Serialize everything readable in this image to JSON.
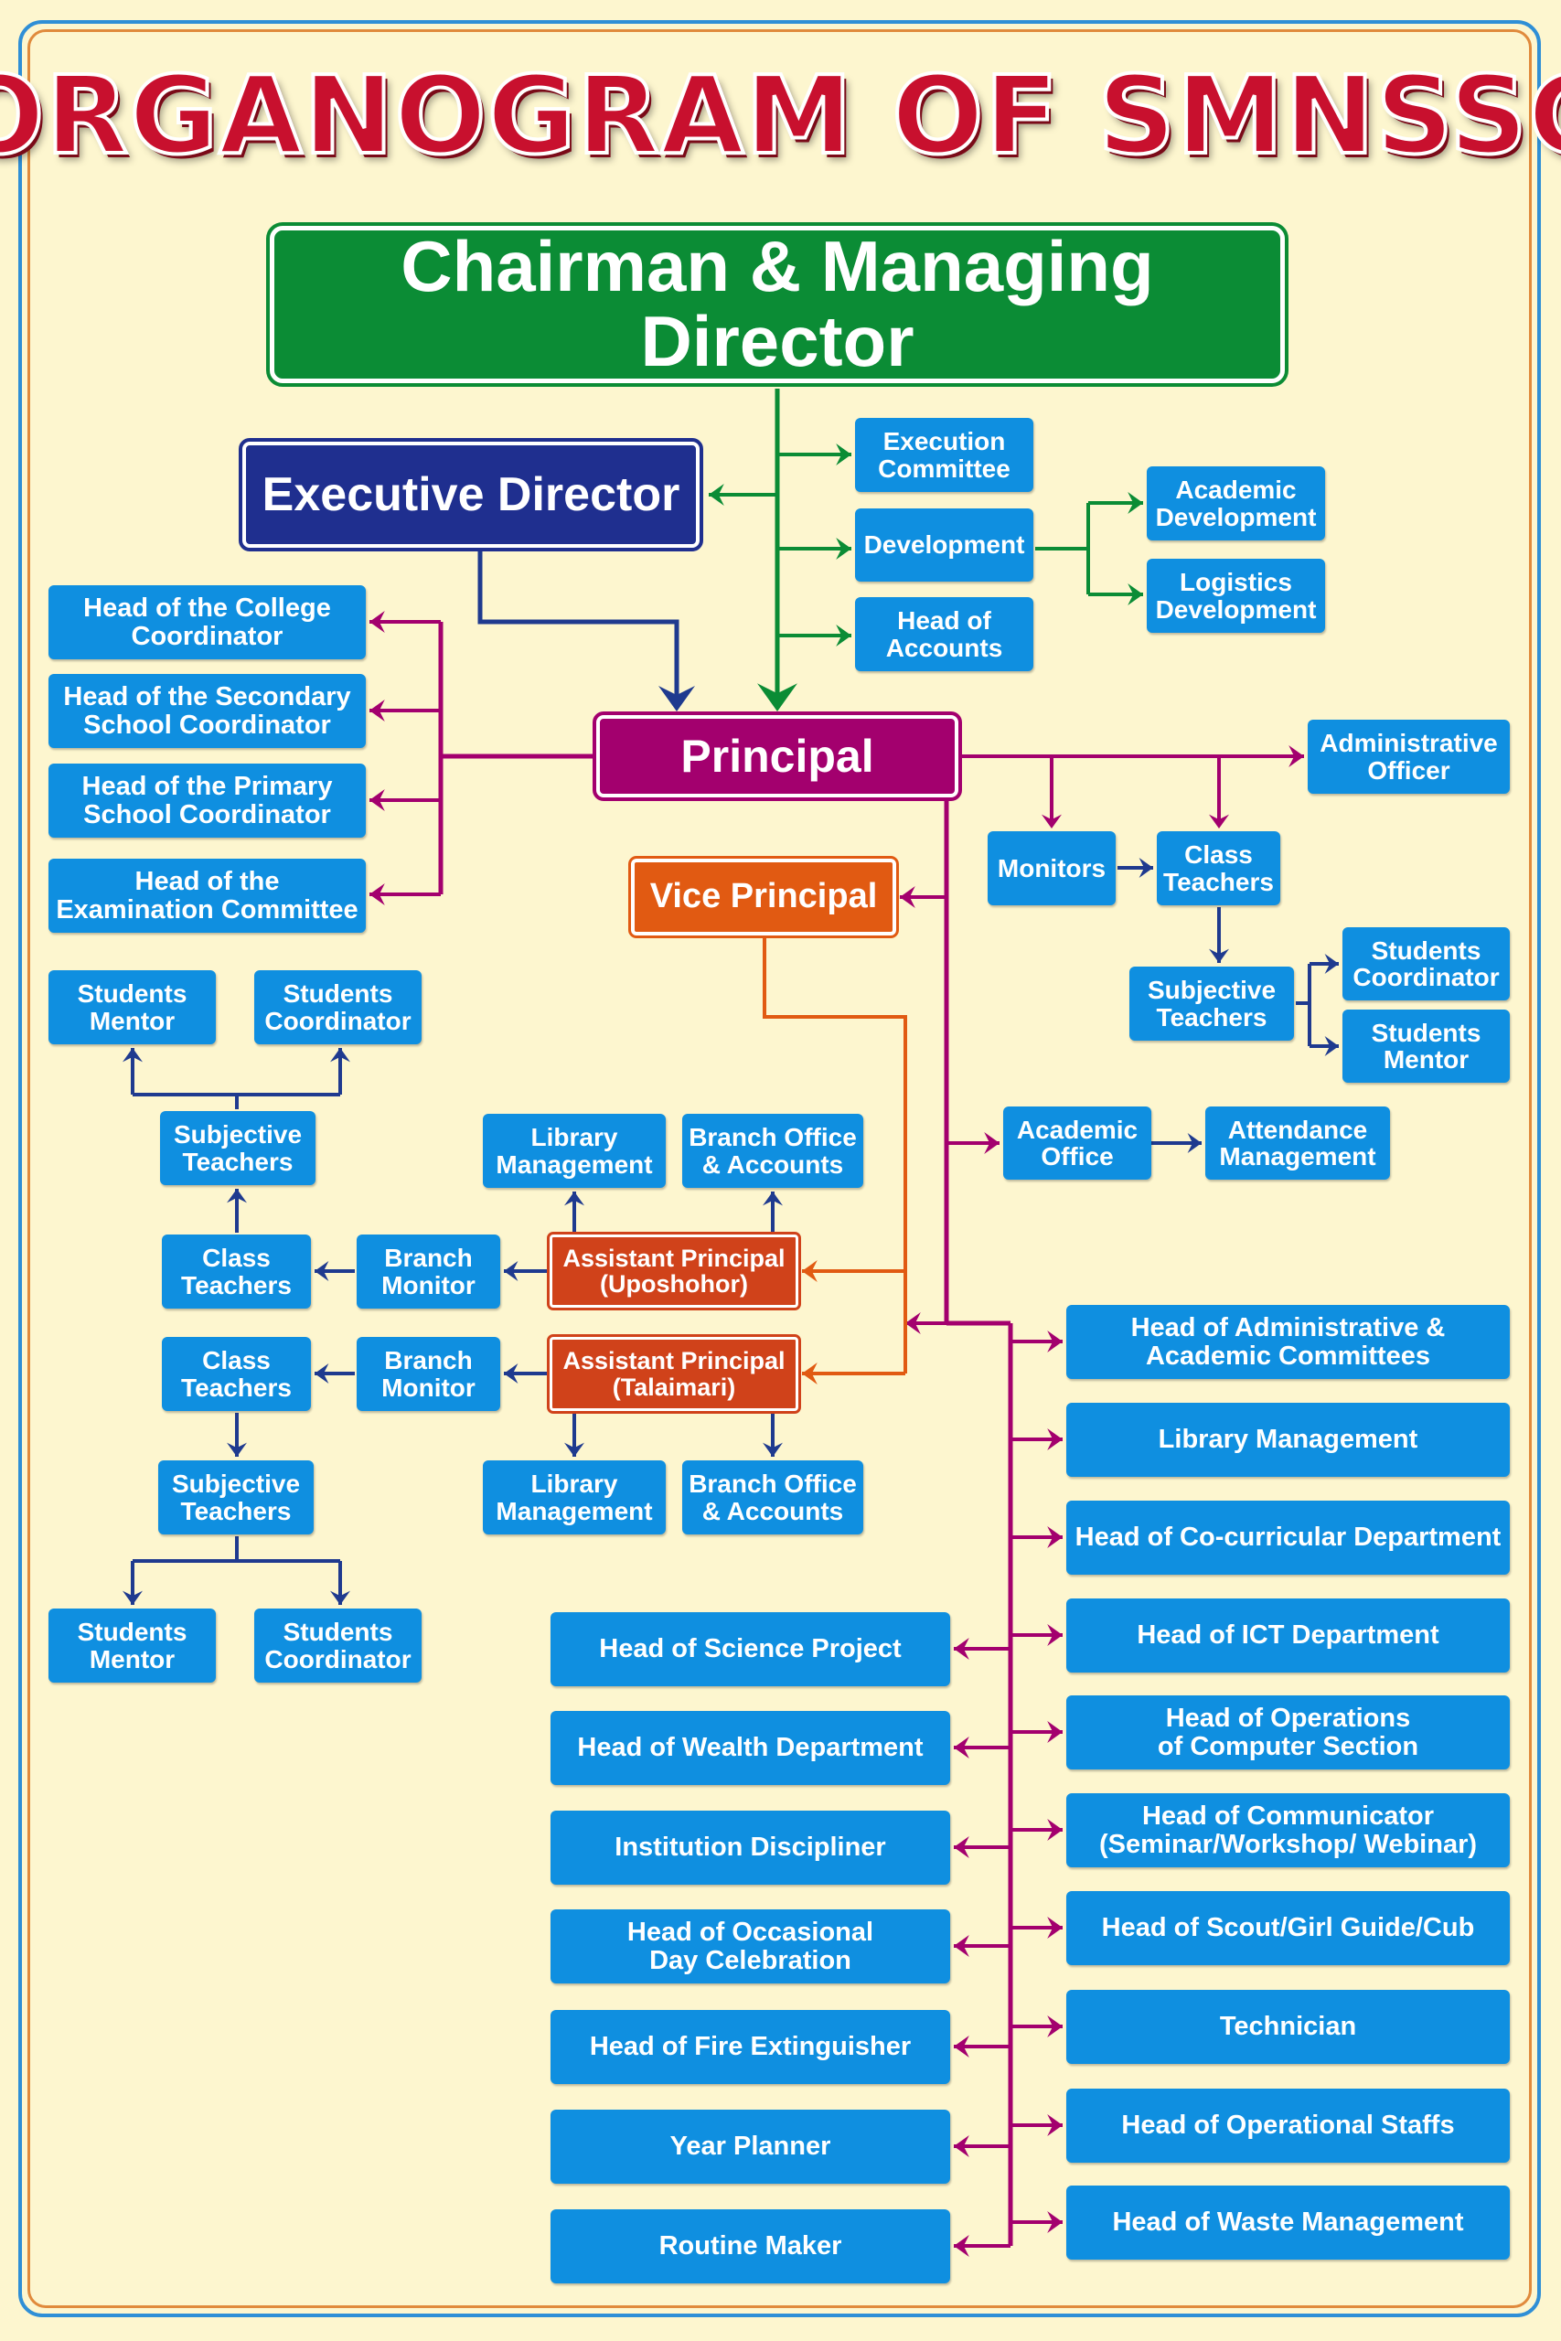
{
  "title": "ORGANOGRAM OF SMNSSC",
  "colors": {
    "background": "#fdf6cf",
    "title": "#c8102e",
    "chairman": "#0b8c35",
    "executive": "#1f2f8f",
    "principal": "#a3006e",
    "vice_principal": "#e15a12",
    "assistant_principal": "#d0421a",
    "unit": "#0f8fe0",
    "connector_green": "#0b8c35",
    "connector_navy": "#1f3a8f",
    "connector_magenta": "#a3006e",
    "connector_orange": "#e15a12"
  },
  "top": {
    "chairman": "Chairman & Managing Director",
    "executive_director": "Executive Director",
    "execution_committee": "Execution\nCommittee",
    "development": "Development",
    "head_of_accounts": "Head of\nAccounts",
    "academic_development": "Academic\nDevelopment",
    "logistics_development": "Logistics\nDevelopment"
  },
  "principal": {
    "label": "Principal",
    "college_coordinator": "Head of the College\nCoordinator",
    "secondary_coordinator": "Head of the Secondary\nSchool Coordinator",
    "primary_coordinator": "Head of the Primary\nSchool Coordinator",
    "examination_committee": "Head of the\nExamination Committee",
    "administrative_officer": "Administrative\nOfficer",
    "monitors": "Monitors",
    "class_teachers": "Class\nTeachers",
    "subjective_teachers": "Subjective\nTeachers",
    "students_coordinator": "Students\nCoordinator",
    "students_mentor": "Students\nMentor",
    "academic_office": "Academic\nOffice",
    "attendance_management": "Attendance\nManagement"
  },
  "vice_principal": {
    "label": "Vice Principal"
  },
  "uposhohor": {
    "label": "Assistant Principal\n(Uposhohor)",
    "library": "Library\nManagement",
    "branch_office": "Branch Office\n& Accounts",
    "branch_monitor": "Branch\nMonitor",
    "class_teachers": "Class\nTeachers",
    "subjective_teachers": "Subjective\nTeachers",
    "students_mentor": "Students\nMentor",
    "students_coordinator": "Students\nCoordinator"
  },
  "talaimari": {
    "label": "Assistant Principal\n(Talaimari)",
    "library": "Library\nManagement",
    "branch_office": "Branch Office\n& Accounts",
    "branch_monitor": "Branch\nMonitor",
    "class_teachers": "Class\nTeachers",
    "subjective_teachers": "Subjective\nTeachers",
    "students_mentor": "Students\nMentor",
    "students_coordinator": "Students\nCoordinator"
  },
  "departments_left": [
    "Head of Science Project",
    "Head of Wealth Department",
    "Institution Discipliner",
    "Head of Occasional\nDay Celebration",
    "Head of Fire Extinguisher",
    "Year Planner",
    "Routine Maker"
  ],
  "departments_right": [
    "Head of Administrative &\nAcademic Committees",
    "Library Management",
    "Head of Co-curricular Department",
    "Head of ICT Department",
    "Head of Operations\nof Computer Section",
    "Head of Communicator\n(Seminar/Workshop/ Webinar)",
    "Head of Scout/Girl Guide/Cub",
    "Technician",
    "Head of Operational Staffs",
    "Head of Waste Management"
  ]
}
